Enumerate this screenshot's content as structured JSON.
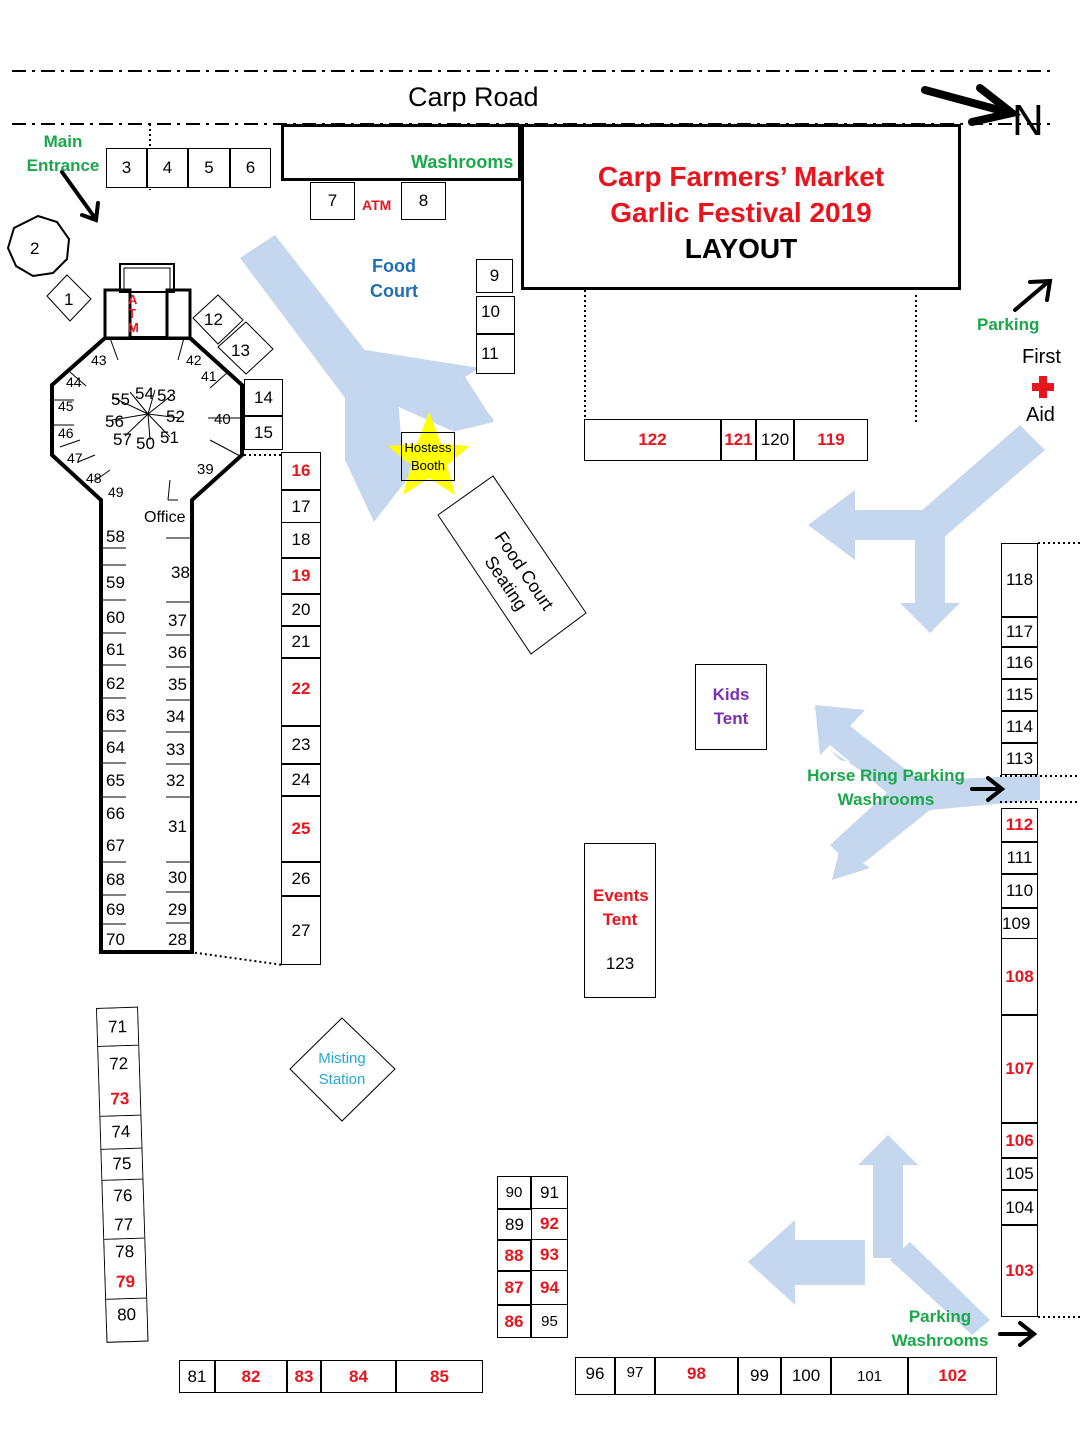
{
  "road": "Carp Road",
  "north": "N",
  "title": {
    "line1": "Carp Farmers’ Market",
    "line2": "Garlic Festival 2019",
    "line3": "LAYOUT"
  },
  "labels": {
    "main_entrance": "Main Entrance",
    "washrooms_top": "Washrooms",
    "atm_small": "ATM",
    "atm_vertical": "A T M",
    "food_court": "Food Court",
    "hostess_booth": "Hostess Booth",
    "food_court_seating": "Food Court Seating",
    "office": "Office",
    "parking": "Parking",
    "first_aid_1": "First",
    "first_aid_2": "Aid",
    "kids_tent": "Kids Tent",
    "horse_ring": "Horse Ring Parking Washrooms",
    "events_tent": "Events Tent",
    "booth_123": "123",
    "misting_station": "Misting Station",
    "parking_washrooms": "Parking Washrooms"
  },
  "colors": {
    "accent_red": "#e8151e",
    "green": "#1aa84a",
    "blue": "#1f6fb4",
    "purple": "#7a2fb4",
    "cyan": "#28a8d8",
    "flow_arrow": "#c5d7ee",
    "star": "#ffff00"
  },
  "booths": {
    "b1": "1",
    "b2": "2",
    "b3": "3",
    "b4": "4",
    "b5": "5",
    "b6": "6",
    "b7": "7",
    "b8": "8",
    "b9": "9",
    "b10": "10",
    "b11": "11",
    "b12": "12",
    "b13": "13",
    "b14": "14",
    "b15": "15",
    "b16": "16",
    "b17": "17",
    "b18": "18",
    "b19": "19",
    "b20": "20",
    "b21": "21",
    "b22": "22",
    "b23": "23",
    "b24": "24",
    "b25": "25",
    "b26": "26",
    "b27": "27",
    "b28": "28",
    "b29": "29",
    "b30": "30",
    "b31": "31",
    "b32": "32",
    "b33": "33",
    "b34": "34",
    "b35": "35",
    "b36": "36",
    "b37": "37",
    "b38": "38",
    "b39": "39",
    "b40": "40",
    "b41": "41",
    "b42": "42",
    "b43": "43",
    "b44": "44",
    "b45": "45",
    "b46": "46",
    "b47": "47",
    "b48": "48",
    "b49": "49",
    "b50": "50",
    "b51": "51",
    "b52": "52",
    "b53": "53",
    "b54": "54",
    "b55": "55",
    "b56": "56",
    "b57": "57",
    "b58": "58",
    "b59": "59",
    "b60": "60",
    "b61": "61",
    "b62": "62",
    "b63": "63",
    "b64": "64",
    "b65": "65",
    "b66": "66",
    "b67": "67",
    "b68": "68",
    "b69": "69",
    "b70": "70",
    "b71": "71",
    "b72": "72",
    "b73": "73",
    "b74": "74",
    "b75": "75",
    "b76": "76",
    "b77": "77",
    "b78": "78",
    "b79": "79",
    "b80": "80",
    "b81": "81",
    "b82": "82",
    "b83": "83",
    "b84": "84",
    "b85": "85",
    "b86": "86",
    "b87": "87",
    "b88": "88",
    "b89": "89",
    "b90": "90",
    "b91": "91",
    "b92": "92",
    "b93": "93",
    "b94": "94",
    "b95": "95",
    "b96": "96",
    "b97": "97",
    "b98": "98",
    "b99": "99",
    "b100": "100",
    "b101": "101",
    "b102": "102",
    "b103": "103",
    "b104": "104",
    "b105": "105",
    "b106": "106",
    "b107": "107",
    "b108": "108",
    "b109": "109",
    "b110": "110",
    "b111": "111",
    "b112": "112",
    "b113": "113",
    "b114": "114",
    "b115": "115",
    "b116": "116",
    "b117": "117",
    "b118": "118",
    "b119": "119",
    "b120": "120",
    "b121": "121",
    "b122": "122"
  }
}
